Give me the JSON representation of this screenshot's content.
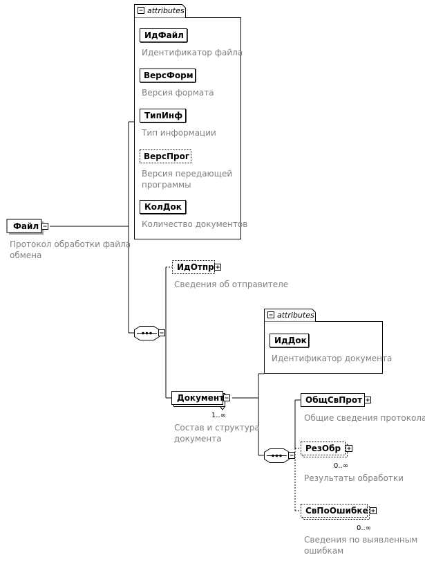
{
  "colors": {
    "line": "#000000",
    "description_text": "#808080",
    "box_fill": "#ffffff",
    "shadow": "#a0a0a0"
  },
  "diagram": {
    "root": {
      "name": "Файл",
      "description_line1": "Протокол обработки файла",
      "description_line2": "обмена"
    },
    "attributes_group_1": {
      "title": "attributes",
      "items": [
        {
          "name": "ИдФайл",
          "description": "Идентификатор файла",
          "optional": false
        },
        {
          "name": "ВерсФорм",
          "description": "Версия формата",
          "optional": false
        },
        {
          "name": "ТипИнф",
          "description": "Тип информации",
          "optional": false
        },
        {
          "name": "ВерсПрог",
          "description_line1": "Версия передающей",
          "description_line2": "программы",
          "optional": true
        },
        {
          "name": "КолДок",
          "description": "Количество документов",
          "optional": false
        }
      ]
    },
    "sequence_1": {
      "children": [
        {
          "name": "ИдОтпр",
          "description": "Сведения об отправителе",
          "optional": true
        },
        {
          "name": "Документ",
          "occurrence": "1..∞",
          "description_line1": "Состав и структура",
          "description_line2": "документа",
          "optional": false
        }
      ]
    },
    "attributes_group_2": {
      "title": "attributes",
      "items": [
        {
          "name": "ИдДок",
          "description": "Идентификатор документа",
          "optional": false
        }
      ]
    },
    "sequence_2": {
      "children": [
        {
          "name": "ОбщСвПрот",
          "description": "Общие сведения протокола",
          "optional": false
        },
        {
          "name": "РезОбр",
          "occurrence": "0..∞",
          "description": "Результаты обработки",
          "optional": true
        },
        {
          "name": "СвПоОшибке",
          "occurrence": "0..∞",
          "description_line1": "Сведения по выявленным",
          "description_line2": "ошибкам",
          "optional": true
        }
      ]
    }
  }
}
